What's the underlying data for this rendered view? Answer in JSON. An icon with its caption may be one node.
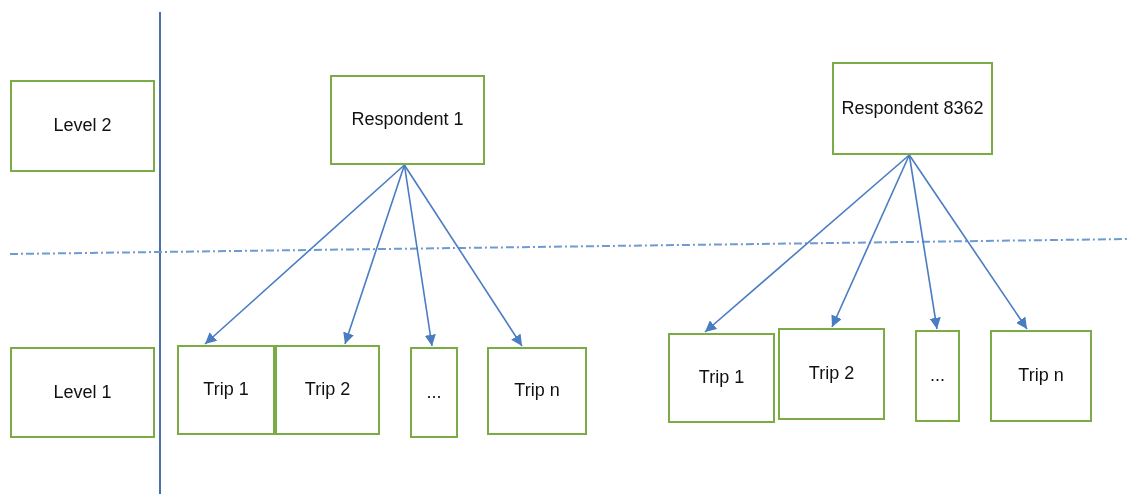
{
  "diagram": {
    "nodes": [
      {
        "text": [
          "Level 2"
        ]
      },
      {
        "text": [
          "Respondent 1"
        ]
      },
      {
        "text": [
          "Respondent 8362"
        ]
      },
      {
        "text": [
          "Level 1"
        ]
      },
      {
        "text": [
          "Trip 1"
        ]
      },
      {
        "text": [
          "Trip 2"
        ]
      },
      {
        "text": [
          "..."
        ]
      },
      {
        "text": [
          "Trip n"
        ]
      },
      {
        "text": [
          "Trip 1"
        ]
      },
      {
        "text": [
          "Trip 2"
        ]
      },
      {
        "text": [
          "..."
        ]
      },
      {
        "text": [
          "Trip n"
        ]
      }
    ],
    "edges": [
      {
        "from": 1,
        "to": 4,
        "arrow": "to"
      },
      {
        "from": 1,
        "to": 5,
        "arrow": "to"
      },
      {
        "from": 1,
        "to": 6,
        "arrow": "to"
      },
      {
        "from": 1,
        "to": 7,
        "arrow": "to"
      },
      {
        "from": 2,
        "to": 8,
        "arrow": "to"
      },
      {
        "from": 2,
        "to": 9,
        "arrow": "to"
      },
      {
        "from": 2,
        "to": 10,
        "arrow": "to"
      },
      {
        "from": 2,
        "to": 11,
        "arrow": "to"
      }
    ]
  }
}
